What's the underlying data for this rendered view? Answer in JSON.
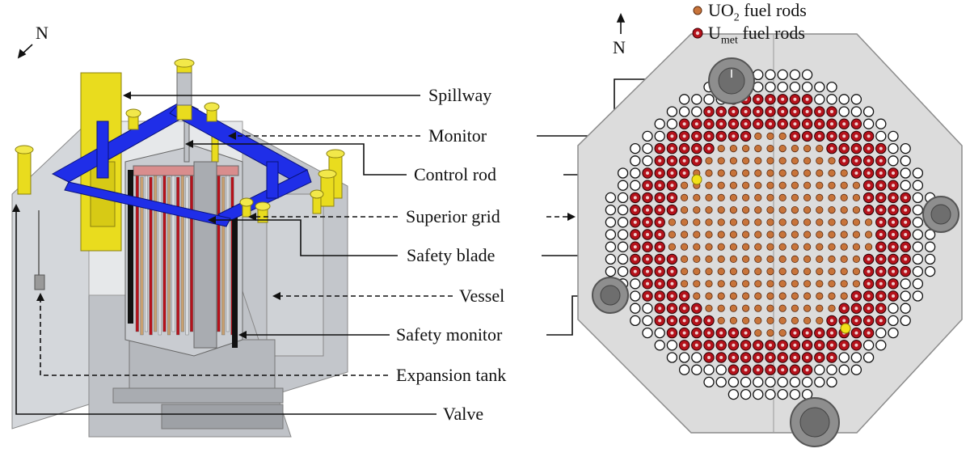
{
  "labels": {
    "spillway": "Spillway",
    "monitor": "Monitor",
    "control_rod": "Control rod",
    "superior_grid": "Superior grid",
    "safety_blade": "Safety blade",
    "vessel": "Vessel",
    "safety_monitor": "Safety monitor",
    "expansion_tank": "Expansion tank",
    "valve": "Valve"
  },
  "compass": {
    "left": "N",
    "right": "N"
  },
  "legend": {
    "uo2": {
      "main": "UO",
      "sub": "2",
      "rest": " fuel rods",
      "color": "#c8743a"
    },
    "umet": {
      "main": "U",
      "sub": "met",
      "rest": " fuel rods",
      "color": "#b5121b"
    }
  },
  "colors": {
    "structure_blue": "#1f2ee8",
    "component_yellow": "#e9dc1e",
    "vessel_gray": "#c9ccd1",
    "plate_gray": "#dcdcdc",
    "control_rod_marker": "#f2e21a"
  }
}
